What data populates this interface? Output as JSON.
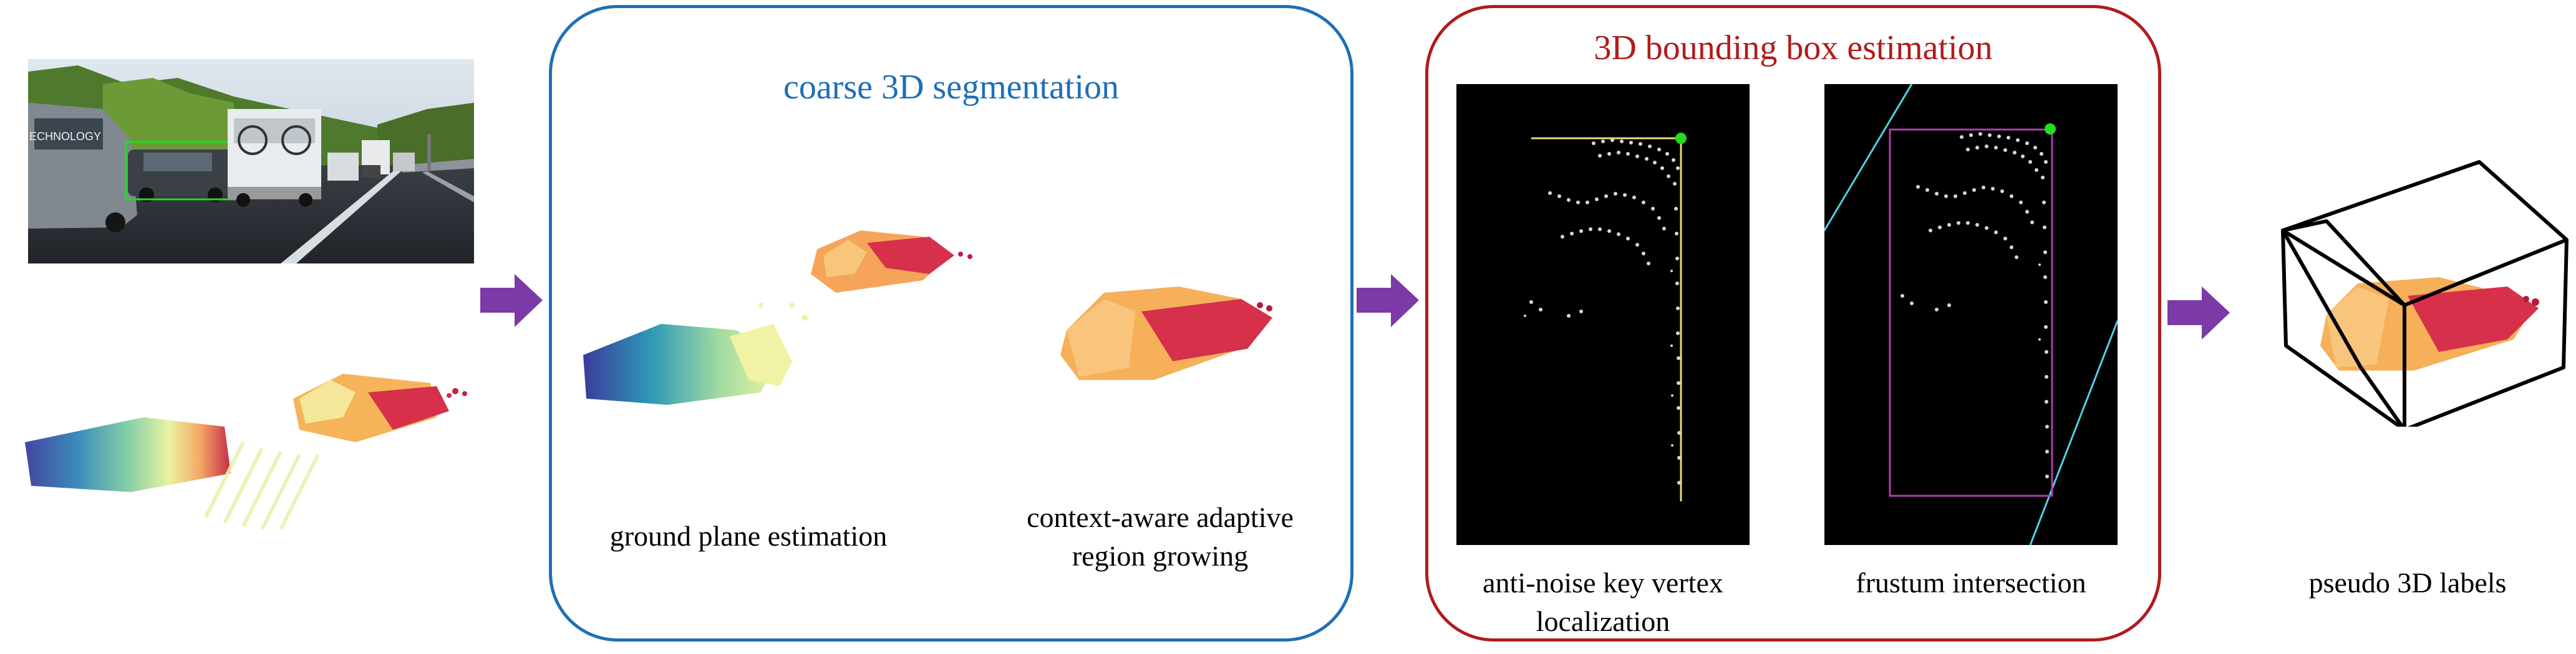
{
  "colors": {
    "segmentation_border": "#1f6fb5",
    "segmentation_title": "#1f6fb5",
    "bbox_border": "#b01c1c",
    "bbox_title": "#b01c1c",
    "arrow": "#7b3aa6",
    "keypoint": "#22dd22",
    "vertex_line": "#e8e070",
    "frustum_line": "#4fd3e6",
    "frustum_box": "#b040b0",
    "detection_box": "#22dd22",
    "cuboid": "#000000"
  },
  "segmentation": {
    "title": "coarse 3D segmentation",
    "ground_plane_label": "ground plane estimation",
    "region_growing_label": "context-aware adaptive\nregion growing"
  },
  "bbox_estimation": {
    "title": "3D bounding box estimation",
    "key_vertex_label": "anti-noise key vertex\nlocalization",
    "frustum_label": "frustum intersection"
  },
  "output": {
    "pseudo_label": "pseudo 3D labels"
  },
  "input": {
    "camera_image_text": "ECHNOLOGY"
  },
  "icons": {
    "arrow": "right-arrow-icon",
    "cuboid": "cuboid-icon"
  }
}
